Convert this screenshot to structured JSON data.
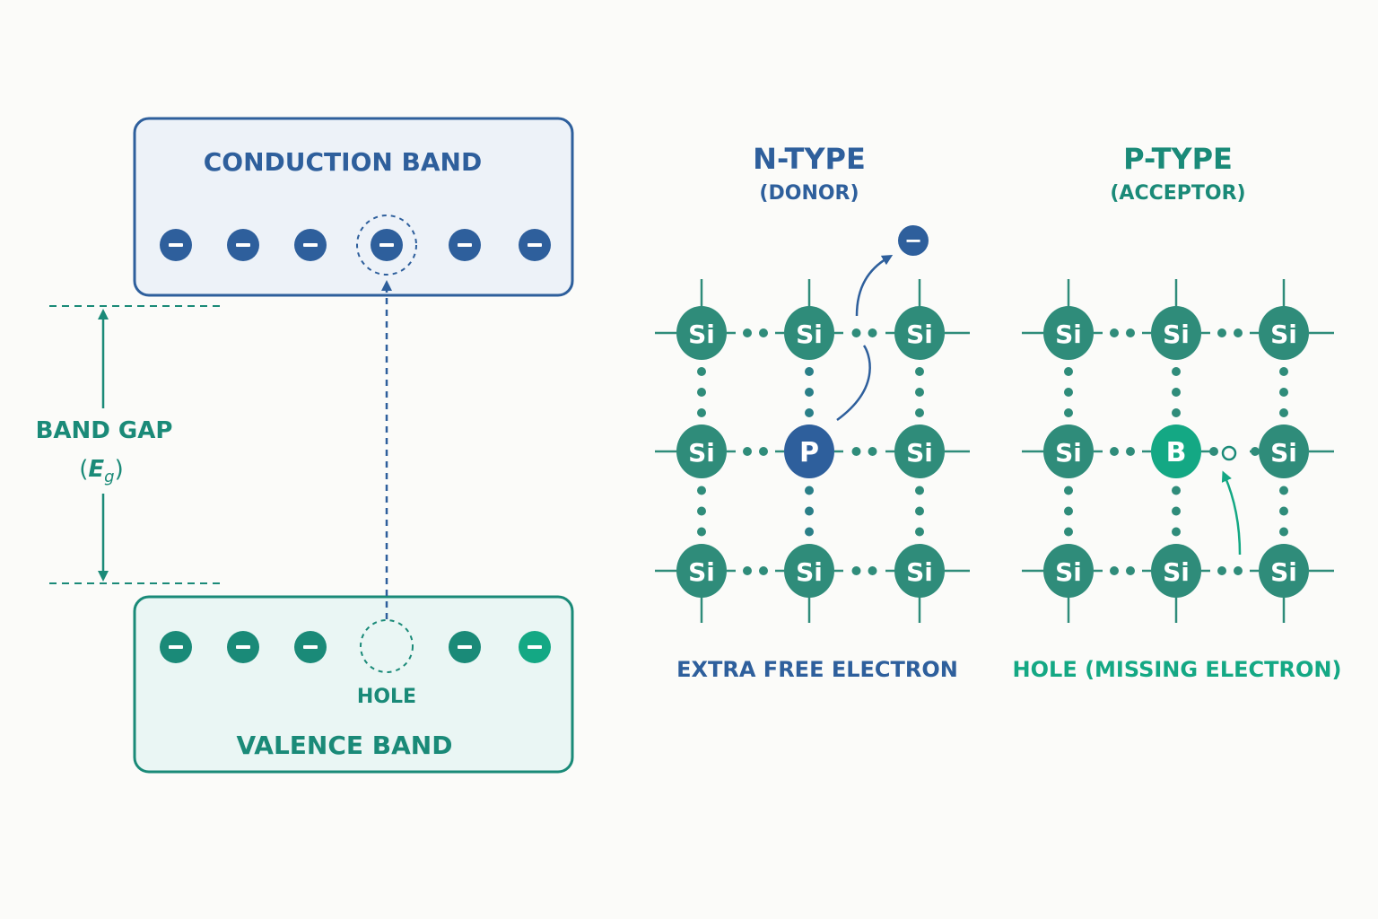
{
  "colors": {
    "background": "#fbfbf9",
    "blue": "#2e5f9c",
    "teal": "#1a8a78",
    "green_accent": "#14a884",
    "conduction_fill": "#edf2f8",
    "valence_fill": "#eaf6f4",
    "atom": "#2f8c7a"
  },
  "band_diagram": {
    "conduction_label": "CONDUCTION BAND",
    "valence_label": "VALENCE BAND",
    "hole_label": "HOLE",
    "gap_label": "BAND GAP",
    "gap_symbol_open": "(",
    "gap_symbol_main": "E",
    "gap_symbol_sub": "g",
    "gap_symbol_close": ")",
    "electron_sign": "−",
    "conduction_electron_count": 6,
    "valence_electrons_present": [
      true,
      true,
      true,
      false,
      true,
      true
    ],
    "excited_electron_index": 3
  },
  "n_type": {
    "title": "N-TYPE",
    "subtitle": "(DONOR)",
    "caption": "EXTRA FREE ELECTRON",
    "dopant": "P",
    "host": "Si",
    "free_electron_sign": "−"
  },
  "p_type": {
    "title": "P-TYPE",
    "subtitle": "(ACCEPTOR)",
    "caption": "HOLE (MISSING ELECTRON)",
    "dopant": "B",
    "host": "Si"
  }
}
